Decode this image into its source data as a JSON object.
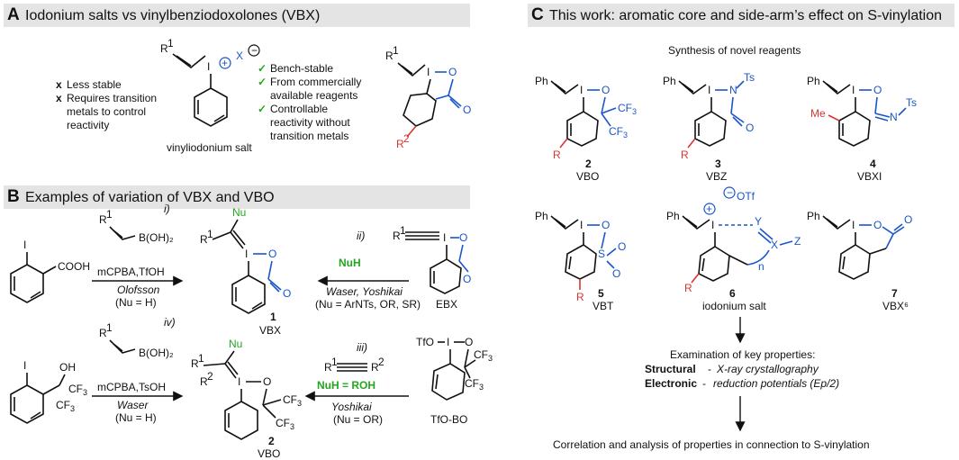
{
  "panelA": {
    "letter": "A",
    "title": "Iodonium salts vs vinylbenziodoxolones (VBX)",
    "cons": [
      "Less stable",
      "Requires transition",
      "metals to control",
      "reactivity"
    ],
    "salt_label": "vinyliodonium salt",
    "pros": [
      "Bench-stable",
      "From commercially",
      "available reagents",
      "Controllable",
      "reactivity without",
      "transition metals"
    ]
  },
  "panelB": {
    "letter": "B",
    "title": "Examples of variation of VBX and VBO",
    "row1": {
      "step_i": "i)",
      "reagent1": "B(OH)₂",
      "conditions1": "mCPBA,TfOH",
      "author1": "Olofsson",
      "note1": "(Nu = H)",
      "product_num": "1",
      "product_name": "VBX",
      "step_ii": "ii)",
      "nuh": "NuH",
      "author2": "Waser, Yoshikai",
      "note2": "(Nu = ArNTs, OR, SR)",
      "start_name": "EBX"
    },
    "row2": {
      "step_iv": "iv)",
      "reagent1": "B(OH)₂",
      "conditions1": "mCPBA,TsOH",
      "author1": "Waser",
      "note1": "(Nu = H)",
      "product_num": "2",
      "product_name": "VBO",
      "step_iii": "iii)",
      "nuh": "NuH = ROH",
      "author2": "Yoshikai",
      "note2": "(Nu = OR)",
      "start_name": "TfO-BO"
    }
  },
  "panelC": {
    "letter": "C",
    "title": "This work: aromatic core and side-arm’s effect on S-vinylation",
    "subtitle": "Synthesis of novel reagents",
    "compounds": [
      {
        "num": "2",
        "name": "VBO"
      },
      {
        "num": "3",
        "name": "VBZ"
      },
      {
        "num": "4",
        "name": "VBXI"
      },
      {
        "num": "5",
        "name": "VBT"
      },
      {
        "num": "6",
        "name": "iodonium salt"
      },
      {
        "num": "7",
        "name": "VBX⁶"
      }
    ],
    "examination_title": "Examination of key properties:",
    "structural_label": "Structural",
    "structural_text": "X-ray crystallography",
    "electronic_label": "Electronic",
    "electronic_text": "reduction potentials (Ep/2)",
    "conclusion": "Correlation and analysis of properties in connection to S-vinylation"
  }
}
